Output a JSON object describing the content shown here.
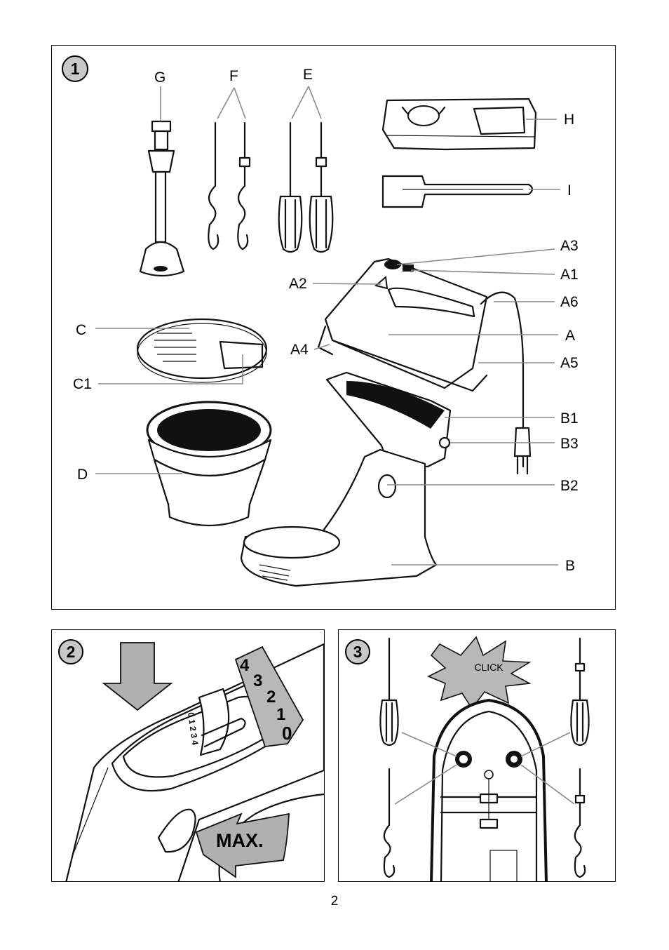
{
  "figure1": {
    "number": "1",
    "labels": {
      "G": "G",
      "F": "F",
      "E": "E",
      "H": "H",
      "I": "I",
      "A3": "A3",
      "A1": "A1",
      "A2": "A2",
      "A6": "A6",
      "A": "A",
      "A4": "A4",
      "A5": "A5",
      "C": "C",
      "C1": "C1",
      "B1": "B1",
      "B3": "B3",
      "D": "D",
      "B2": "B2",
      "B": "B"
    }
  },
  "figure2": {
    "number": "2",
    "scale": [
      "4",
      "3",
      "2",
      "1",
      "0"
    ],
    "switch_marks": "0 1 2 3 4",
    "max_label": "MAX."
  },
  "figure3": {
    "number": "3",
    "click_label": "CLICK"
  },
  "page_number": "2"
}
